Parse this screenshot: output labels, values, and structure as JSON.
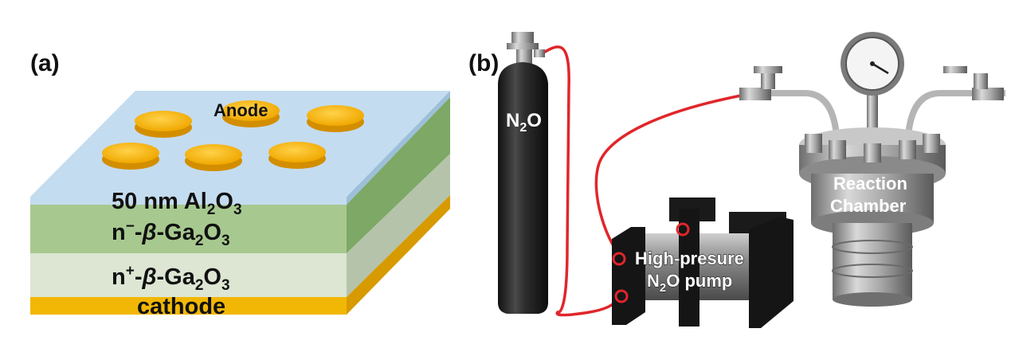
{
  "panel_a": {
    "label": "(a)",
    "anode_label": "Anode",
    "layers": {
      "al2o3": {
        "prefix": "50 nm Al",
        "sub1": "2",
        "mid": "O",
        "sub2": "3"
      },
      "n_minus": {
        "prefix": "n",
        "sup": "−",
        "dash": "-",
        "beta": "β",
        "rest": "-Ga",
        "sub1": "2",
        "mid": "O",
        "sub2": "3"
      },
      "n_plus": {
        "prefix": "n",
        "sup": "+",
        "dash": "-",
        "beta": "β",
        "rest": "-Ga",
        "sub1": "2",
        "mid": "O",
        "sub2": "3"
      },
      "cathode": "cathode"
    },
    "colors": {
      "al2o3": "#c4dcef",
      "n_minus": "#a7c98f",
      "n_plus": "#dce6d3",
      "cathode": "#f2b705",
      "anode": "#f5b80f"
    }
  },
  "panel_b": {
    "label": "(b)",
    "cylinder": {
      "n": "N",
      "sub": "2",
      "o": "O"
    },
    "pump": {
      "line1": "High-presure",
      "line2_n": "N",
      "line2_sub": "2",
      "line2_rest": "O pump"
    },
    "chamber": {
      "line1": "Reaction",
      "line2": "Chamber"
    },
    "colors": {
      "tube": "#e0262b",
      "cylinder": "#2a2a2a",
      "pump_block": "#151515",
      "chamber": "#9a9a9a"
    }
  }
}
